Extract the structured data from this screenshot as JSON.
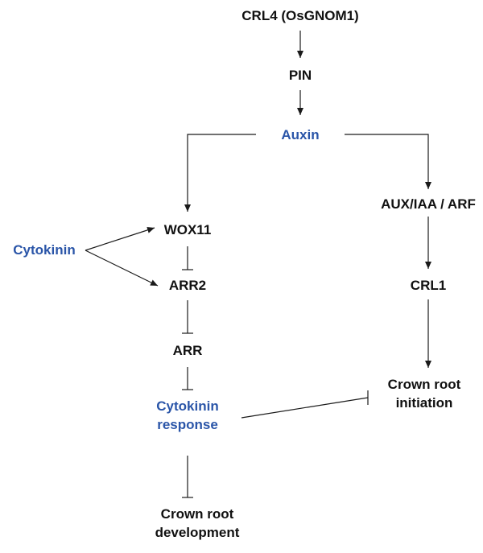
{
  "colors": {
    "node_default": "#111111",
    "node_highlight": "#2a55a8",
    "edge": "#1a1a1a"
  },
  "nodes": {
    "crl4": {
      "label": "CRL4 (OsGNOM1)",
      "color": "#111111"
    },
    "pin": {
      "label": "PIN",
      "color": "#111111"
    },
    "auxin": {
      "label": "Auxin",
      "color": "#2a55a8"
    },
    "aux_iaa_arf": {
      "label": "AUX/IAA / ARF",
      "color": "#111111"
    },
    "crl1": {
      "label": "CRL1",
      "color": "#111111"
    },
    "crown_root_initiation": {
      "line1": "Crown root",
      "line2": "initiation",
      "color": "#111111"
    },
    "cytokinin": {
      "label": "Cytokinin",
      "color": "#2a55a8"
    },
    "wox11": {
      "label": "WOX11",
      "color": "#111111"
    },
    "arr2": {
      "label": "ARR2",
      "color": "#111111"
    },
    "arr": {
      "label": "ARR",
      "color": "#111111"
    },
    "cytokinin_response": {
      "line1": "Cytokinin",
      "line2": "response",
      "color": "#2a55a8"
    },
    "crown_root_development": {
      "line1": "Crown root",
      "line2": "development",
      "color": "#111111"
    }
  },
  "edges": [
    {
      "from": "CRL4 (OsGNOM1)",
      "to": "PIN",
      "type": "activation"
    },
    {
      "from": "PIN",
      "to": "Auxin",
      "type": "activation"
    },
    {
      "from": "Auxin",
      "to": "WOX11",
      "type": "activation"
    },
    {
      "from": "Auxin",
      "to": "AUX/IAA / ARF",
      "type": "activation"
    },
    {
      "from": "AUX/IAA / ARF",
      "to": "CRL1",
      "type": "activation"
    },
    {
      "from": "CRL1",
      "to": "Crown root initiation",
      "type": "activation"
    },
    {
      "from": "Cytokinin",
      "to": "WOX11",
      "type": "activation"
    },
    {
      "from": "Cytokinin",
      "to": "ARR2",
      "type": "activation"
    },
    {
      "from": "WOX11",
      "to": "ARR2",
      "type": "inhibition"
    },
    {
      "from": "ARR2",
      "to": "ARR",
      "type": "inhibition"
    },
    {
      "from": "ARR",
      "to": "Cytokinin response",
      "type": "inhibition"
    },
    {
      "from": "Cytokinin response",
      "to": "Crown root development",
      "type": "inhibition"
    },
    {
      "from": "Cytokinin response",
      "to": "Crown root initiation",
      "type": "inhibition"
    }
  ]
}
